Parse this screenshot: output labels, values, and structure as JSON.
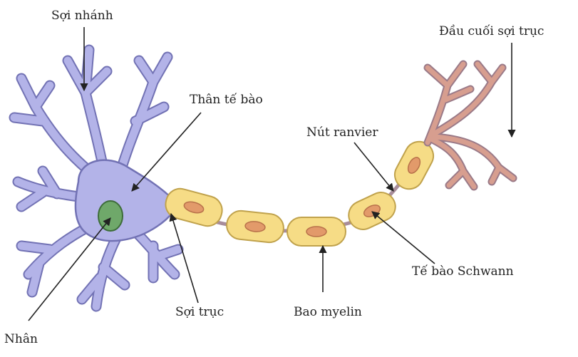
{
  "labels": {
    "dendrite": "Sợi nhánh",
    "cell_body": "Thân tế bào",
    "nucleus": "Nhân",
    "axon": "Sợi trục",
    "myelin_sheath": "Bao myelin",
    "node_of_ranvier": "Nút ranvier",
    "schwann_cell": "Tế bào Schwann",
    "axon_terminal": "Đầu cuối sợi trục"
  },
  "colors": {
    "soma_fill": "#b3b3e8",
    "soma_outline": "#7272b4",
    "nucleus_fill": "#6fa86a",
    "schwann_fill": "#f6dc86",
    "schwann_outline": "#c0a24c",
    "schwann_nucleus": "#e29a6a",
    "terminal_fill": "#d79e8f",
    "arrow": "#222222"
  }
}
